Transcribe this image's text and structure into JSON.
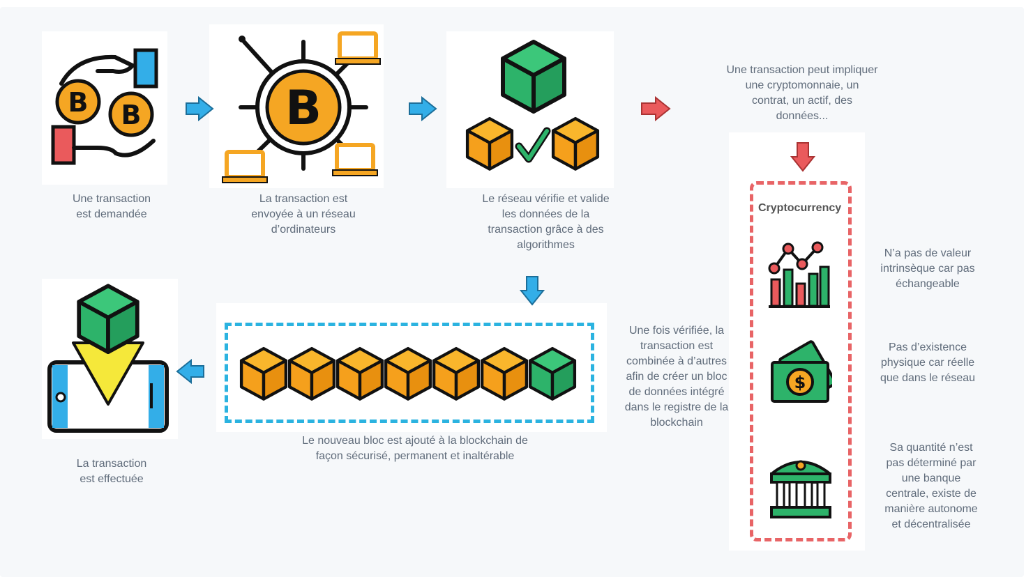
{
  "steps": {
    "step1": "Une transaction\nest demandée",
    "step2": "La transaction est\nenvoyée à un réseau\nd’ordinateurs",
    "step3": "Le réseau vérifie et valide\nles données de la\ntransaction grâce à des\nalgorithmes",
    "step4": "Une fois vérifiée, la\ntransaction est\ncombinée à d’autres\nafin de créer un bloc\nde données intégré\ndans le registre de la\nblockchain",
    "step5": "Le nouveau bloc est ajouté à la blockchain de\nfaçon sécurisé, permanent et inaltérable",
    "step6": "La transaction\nest effectuée"
  },
  "transaction_note": "Une transaction peut impliquer\nune cryptomonnaie, un\ncontrat, un actif, des\ndonnées...",
  "crypto": {
    "label": "Cryptocurrency",
    "features": [
      "N’a pas de valeur\nintrinsèque car pas\néchangeable",
      "Pas d’existence\nphysique car réelle\nque dans le réseau",
      "Sa quantité n’est\npas déterminé par\nune banque\ncentrale, existe de\nmanière autonome\net décentralisée"
    ]
  },
  "colors": {
    "orange": "#f5a623",
    "green": "#2db36a",
    "blue_arrow": "#33aee8",
    "red_arrow": "#ea5a5c",
    "blue_dashed": "#2bb3e0",
    "red_dashed": "#e86466",
    "text": "#5f6b7a"
  },
  "icons": [
    "hands-bitcoin-icon",
    "bitcoin-network-icon",
    "block-validation-icon",
    "chart-icon",
    "money-icon",
    "bank-icon",
    "mobile-block-icon",
    "blockchain-cube-icon"
  ]
}
